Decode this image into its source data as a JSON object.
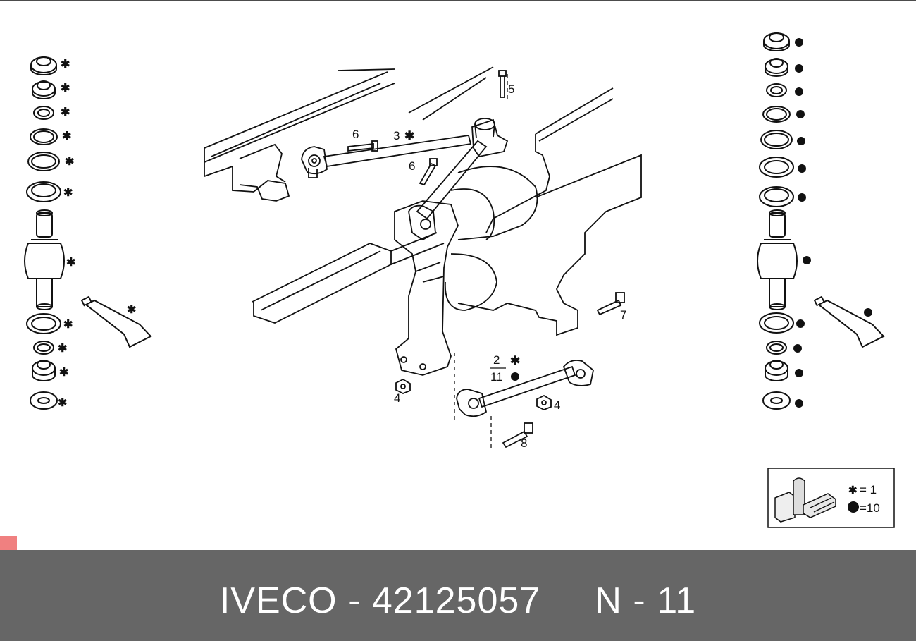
{
  "footer": {
    "text": "IVECO - 42125057     N - 11"
  },
  "callouts": {
    "c2": "2",
    "c3": "3",
    "c4a": "4",
    "c4b": "4",
    "c5": "5",
    "c6a": "6",
    "c6b": "6",
    "c7": "7",
    "c8": "8",
    "c11": "11"
  },
  "legend": {
    "kit1_label": "= 1",
    "kit10_label": "=10"
  },
  "colors": {
    "footer_bg": "#666666",
    "footer_text": "#ffffff",
    "line": "#111111",
    "marker": "#e35a5a"
  },
  "icons": {
    "kit1": "asterisk-icon",
    "kit10": "dot-icon"
  }
}
